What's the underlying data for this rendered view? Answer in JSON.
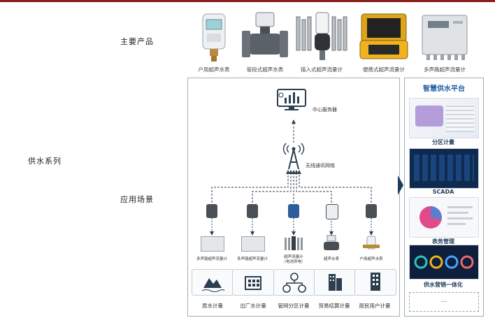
{
  "left_labels": {
    "supply_series": "供水系列",
    "main_products": "主要产品",
    "application_scenarios": "应用场景"
  },
  "products": [
    "户用超声水表",
    "管段式超声水表",
    "插入式超声流量计",
    "便携式超声流量计",
    "多声路超声流量计"
  ],
  "diagram": {
    "server_label": "中心服务器",
    "network_label": "无线通讯网络",
    "devices": [
      "多声路超声流量计",
      "多声路超声流量计",
      "超声流量计",
      "超声水表",
      "户用超声水表"
    ],
    "device_sub": "（电池供电）",
    "scenarios": [
      "原水计量",
      "出厂水计量",
      "管网分区计量",
      "贸易结算计量",
      "居民用户计量"
    ]
  },
  "platform": {
    "title": "智慧供水平台",
    "sections": [
      "分区计量",
      "SCADA",
      "表务管理",
      "供水营销一体化"
    ],
    "more": "..."
  },
  "colors": {
    "accent_red": "#8b1c1c",
    "platform_blue": "#1f5fa3",
    "arrow_dark": "#2c3e50"
  }
}
